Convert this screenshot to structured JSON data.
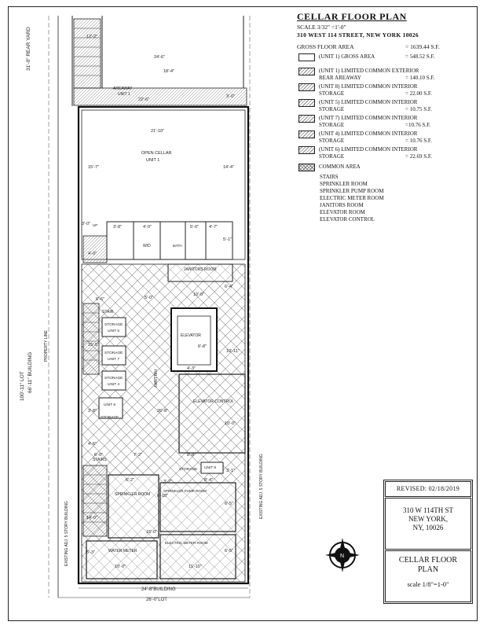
{
  "sheet": {
    "title": "CELLAR FLOOR PLAN",
    "scale": "SCALE 3/32\" =1'-0\"",
    "address": "310 WEST 114 STREET, NEW YORK 10026",
    "gross_label": "GROSS FLOOR AREA",
    "gross_value": "= 1639.44 S.F."
  },
  "legend": [
    {
      "label": "(UNIT 1) GROSS AREA",
      "value": "= 548.52 S.F."
    },
    {
      "label": "(UNIT 1) LIMITED COMMON EXTERIOR\nREAR AREAWAY",
      "value": "= 140.10 S.F."
    },
    {
      "label": "(UNIT 8) LIMITED COMMON INTERIOR\nSTORAGE",
      "value": "= 22.00 S.F."
    },
    {
      "label": "(UNIT 5) LIMITED COMMON INTERIOR\nSTORAGE",
      "value": "= 10.75 S.F."
    },
    {
      "label": "(UNIT 7) LIMITED COMMON INTERIOR\nSTORAGE",
      "value": "=10.76 S.F."
    },
    {
      "label": "(UNIT 4) LIMITED COMMON INTERIOR\nSTORAGE",
      "value": "= 10.76 S.F."
    },
    {
      "label": "(UNIT 6) LIMITED COMMON INTERIOR\nSTORAGE",
      "value": "= 22.69 S.F."
    },
    {
      "label": "COMMON AREA",
      "value": ""
    }
  ],
  "common_area_items": [
    "STAIRS",
    "SPRINKLER ROOM",
    "SPRINKLER PUMP ROOM",
    "ELECTRIC METER ROOM",
    "JANITORS ROOM",
    "ELEVATOR ROOM",
    "ELEVATOR CONTROL"
  ],
  "title_block": {
    "revised": "REVISED: 02/18/2019",
    "address_lines": [
      "310 W 114TH ST",
      "NEW YORK,",
      "NY, 10026"
    ],
    "drawing_name": [
      "CELLAR FLOOR",
      "PLAN"
    ],
    "drawing_scale": "scale 1/8\"=1-0\""
  },
  "plan_labels": {
    "rear_yard": "31'-0\" REAR YARD",
    "lot_depth": "100'-11\" LOT",
    "building_depth": "66'-11\" BUILDING",
    "property_line": "PROPERTY LINE",
    "existing_left": "EXISTING ADJ. 5 STORY BUILDING",
    "existing_right": "EXISTING ADJ. 5 STORY BUILDING",
    "areaway": "AREAWAY",
    "unit_1": "UNIT 1",
    "open_cellar": "OPEN CELLAR",
    "janitors_room": "JANITORS ROOM",
    "stair": "STAIR",
    "storage": "STORAGE",
    "unit_5": "UNIT 5",
    "unit_7": "UNIT 7",
    "unit_4": "UNIT 4",
    "unit_6": "UNIT 6",
    "unit_8": "UNIT 8",
    "elevator": "ELEVATOR",
    "elevator_control": "ELEVATOR CONTROL",
    "hallway": "HALLWAY",
    "stairs": "STAIRS",
    "sprinkler_room": "SPRINKLER ROOM",
    "sprinkler_pump_room": "SPRINKLER PUMP ROOM",
    "water_meter": "WATER METER",
    "electric_meter_room": "ELECTRIC METER ROOM",
    "bath": "BATH",
    "wd": "W/D",
    "up": "UP",
    "building_width": "24'-8\"BUILDING",
    "lot_width": "26'-0\"LOT"
  },
  "dimensions": [
    "12'-2\"",
    "24'-6\"",
    "18'-4\"",
    "22'-6\"",
    "3'-0\"",
    "21'-10\"",
    "15'-7\"",
    "14'-4\"",
    "3'-0\"",
    "3'-8\"",
    "4'-0\"",
    "5'-0\"",
    "4'-7\"",
    "5'-1\"",
    "4'-0\"",
    "6'-6\"",
    "5'-0\"",
    "10'-0\"",
    "6'-4\"",
    "6'-8\"",
    "4'-3\"",
    "10'-11\"",
    "15'-5\"",
    "3'-8\"",
    "26'-8\"",
    "10'-0\"",
    "4'-6\"",
    "6'-0\"",
    "7'-2\"",
    "8'-8\"",
    "3'-1\"",
    "8'-4\"",
    "6'-2\"",
    "3'-2\"",
    "8'-10\"",
    "6'-5\"",
    "14'-0\"",
    "15'-0\"",
    "5'-3\"",
    "10'-0\"",
    "11'-10\"",
    "6'-5\""
  ]
}
